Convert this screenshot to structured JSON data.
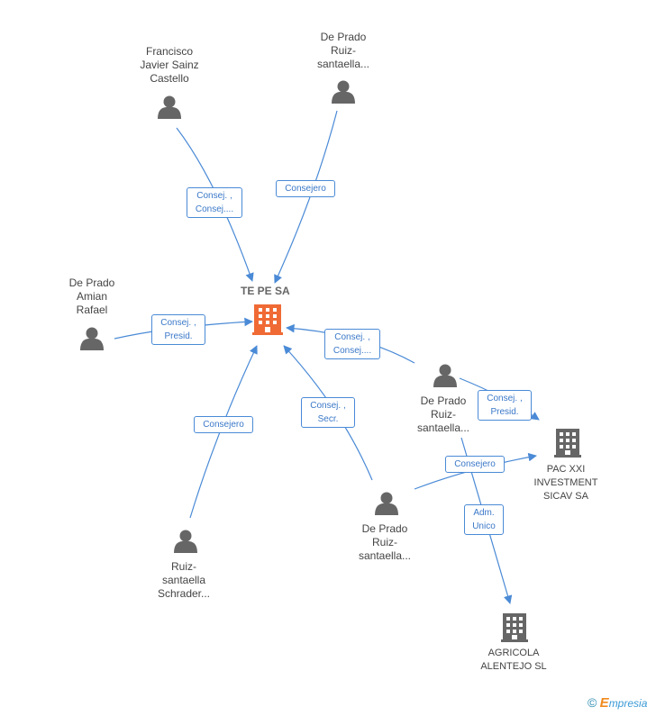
{
  "center": {
    "name": "TE PE SA",
    "color": "#f06a35"
  },
  "people": [
    {
      "id": "p1",
      "lines": [
        "Francisco",
        "Javier Sainz",
        "Castello"
      ]
    },
    {
      "id": "p2",
      "lines": [
        "De Prado",
        "Ruiz-",
        "santaella..."
      ]
    },
    {
      "id": "p3",
      "lines": [
        "De Prado",
        "Amian",
        "Rafael"
      ]
    },
    {
      "id": "p4",
      "lines": [
        "De Prado",
        "Ruiz-",
        "santaella..."
      ]
    },
    {
      "id": "p5",
      "lines": [
        "De Prado",
        "Ruiz-",
        "santaella..."
      ]
    },
    {
      "id": "p6",
      "lines": [
        "Ruiz-",
        "santaella",
        "Schrader..."
      ]
    }
  ],
  "companies": [
    {
      "id": "c1",
      "lines": [
        "PAC XXI",
        "INVESTMENT",
        "SICAV SA"
      ]
    },
    {
      "id": "c2",
      "lines": [
        "AGRICOLA",
        "ALENTEJO SL"
      ]
    }
  ],
  "roles": [
    {
      "id": "r1",
      "lines": [
        "Consej. ,",
        "Consej...."
      ]
    },
    {
      "id": "r2",
      "lines": [
        "Consejero"
      ]
    },
    {
      "id": "r3",
      "lines": [
        "Consej. ,",
        "Presid."
      ]
    },
    {
      "id": "r4",
      "lines": [
        "Consej. ,",
        "Consej...."
      ]
    },
    {
      "id": "r5",
      "lines": [
        "Consej. ,",
        "Presid."
      ]
    },
    {
      "id": "r6",
      "lines": [
        "Consejero"
      ]
    },
    {
      "id": "r7",
      "lines": [
        "Consej. ,",
        "Secr."
      ]
    },
    {
      "id": "r8",
      "lines": [
        "Consejero"
      ]
    },
    {
      "id": "r9",
      "lines": [
        "Adm.",
        "Unico"
      ]
    }
  ],
  "colors": {
    "edge": "#4a8ad6",
    "person_icon": "#666666",
    "company_icon": "#666666"
  },
  "footer": {
    "copyright": "©",
    "brand_initial": "E",
    "brand_rest": "mpresia"
  }
}
